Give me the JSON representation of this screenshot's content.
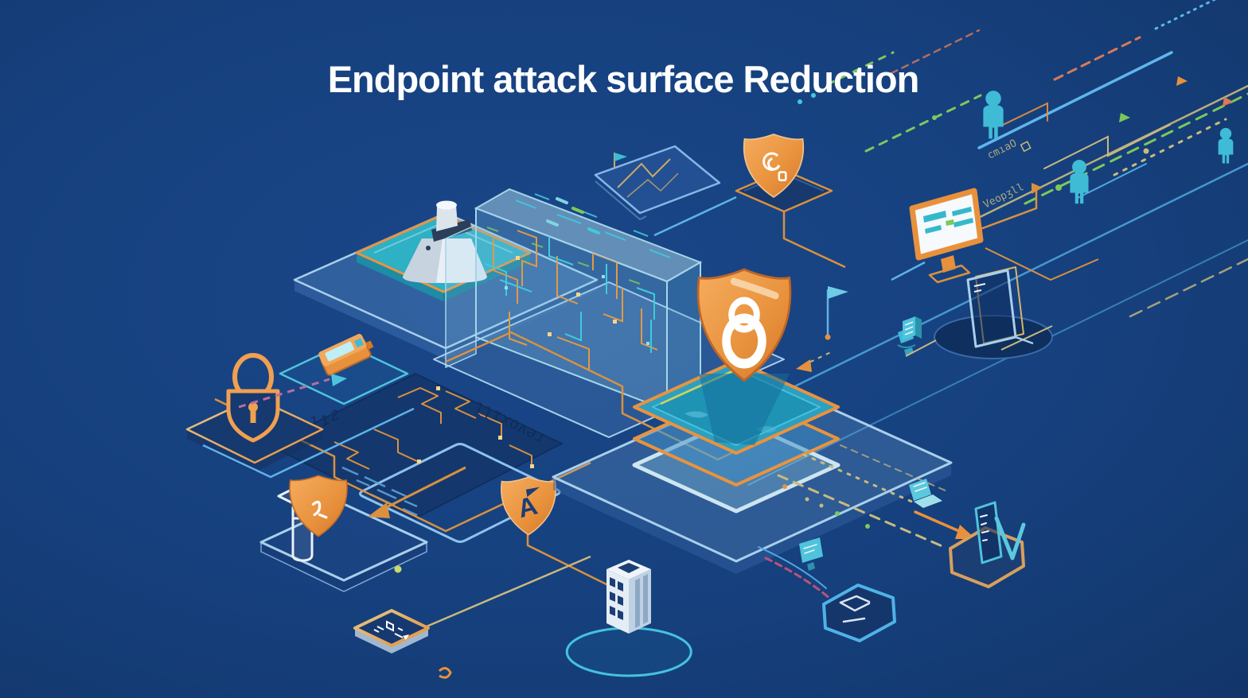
{
  "title": "Endpoint attack surface Reduction",
  "palette": {
    "background": "#16407D",
    "background_deep": "#123568",
    "accent_orange": "#E8913C",
    "accent_orange_dark": "#C06A28",
    "teal": "#2EB0C5",
    "teal_light": "#8FD9E6",
    "sky_line": "#4FA8E0",
    "edge_light": "#AFD4EF",
    "navy_panel": "#14386E",
    "green_dash": "#7CC95B",
    "salmon_dash": "#DA7A58",
    "tan_dash": "#C9BA7E",
    "magenta_dash": "#B8527A",
    "white": "#FFFFFF"
  },
  "glyph_labels": {
    "board_text": "revoxıll",
    "board_text_2": "ıllıƨ",
    "stream_text_1": "cmıaO",
    "stream_text_2": "Veopʒll",
    "tile_text": "ıṇl"
  },
  "icons": {
    "shield-lock-icon": "🛡🔒",
    "padlock-icon": "🔒",
    "beacon-tower-icon": "🗼",
    "building-icon": "🏢",
    "monitor-icon": "🖥",
    "monitor-small-icon": "🖥",
    "laptop-icon": "💻",
    "tablet-icon": "📱",
    "phone-check-icon": "📱✔",
    "mail-icon": "✉",
    "flag-icon": "⚑",
    "book-icon": "📘",
    "screwdriver-icon": "🔧",
    "shield-check-icon": "🛡✓",
    "shield-swirl-icon": "🛡",
    "shield-a-icon": "🛡A",
    "usb-device-icon": "💾",
    "person-icon": "👤"
  }
}
